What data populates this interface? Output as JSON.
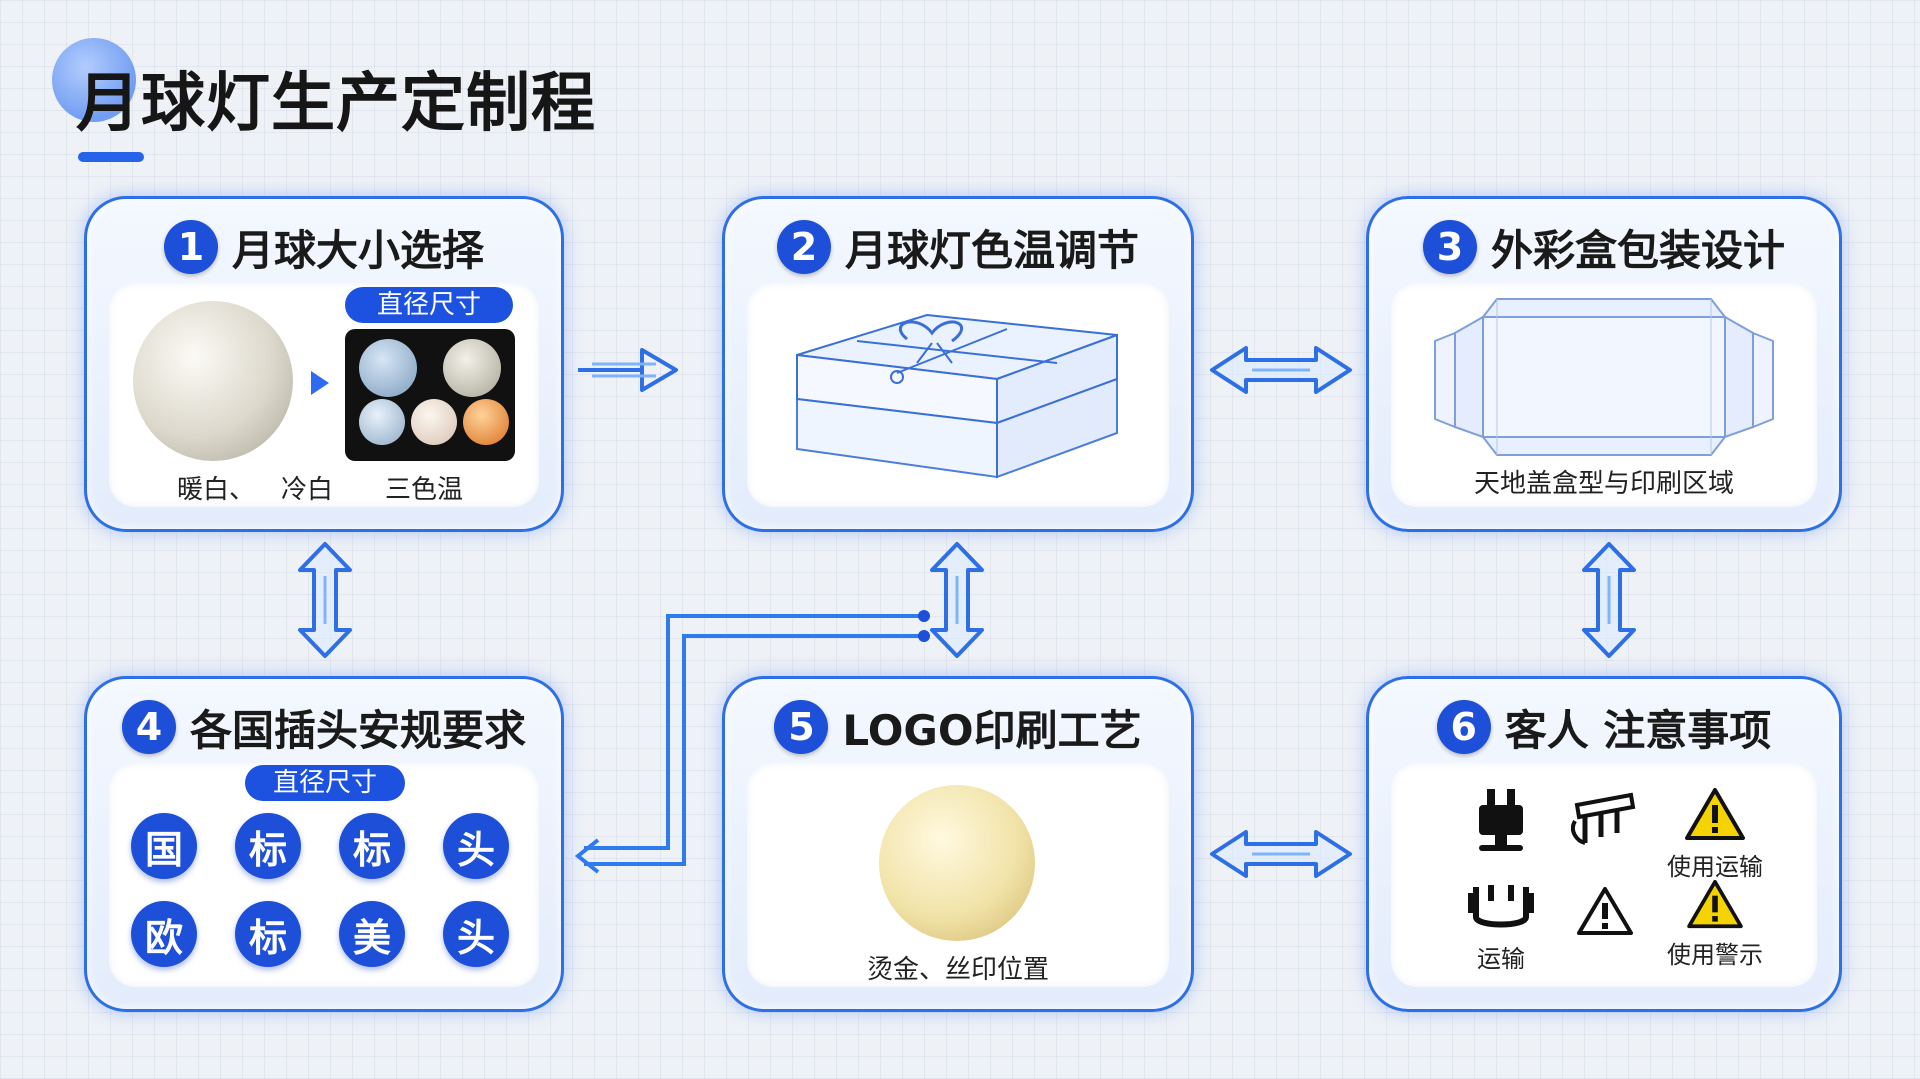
{
  "title": "月球灯生产定制程",
  "colors": {
    "accent": "#1d4fd8",
    "border": "#2e6fe6",
    "warning": "#f5d300"
  },
  "cards": [
    {
      "num": "1",
      "title": "月球大小选择",
      "pill": "直径尺寸",
      "labels": [
        "暖白、",
        "冷白",
        "三色温"
      ]
    },
    {
      "num": "2",
      "title": "月球灯色温调节"
    },
    {
      "num": "3",
      "title": "外彩盒包装设计",
      "caption": "天地盖盒型与印刷区域"
    },
    {
      "num": "4",
      "title": "各国插头安规要求",
      "pill": "直径尺寸",
      "grid": [
        [
          "国",
          "标",
          "标",
          "头"
        ],
        [
          "欧",
          "标",
          "美",
          "头"
        ]
      ]
    },
    {
      "num": "5",
      "title": "LOGO印刷工艺",
      "caption": "烫金、丝印位置"
    },
    {
      "num": "6",
      "title": "客人 注意事项",
      "icons": [
        {
          "icon": "plug-icon",
          "label": ""
        },
        {
          "icon": "power-strip-icon",
          "label": ""
        },
        {
          "icon": "warning-yellow-icon",
          "label": "使用运输"
        },
        {
          "icon": "socket-adapter-icon",
          "label": "运输"
        },
        {
          "icon": "warning-outline-icon",
          "label": ""
        },
        {
          "icon": "warning-yellow-icon",
          "label": "使用警示"
        }
      ]
    }
  ]
}
